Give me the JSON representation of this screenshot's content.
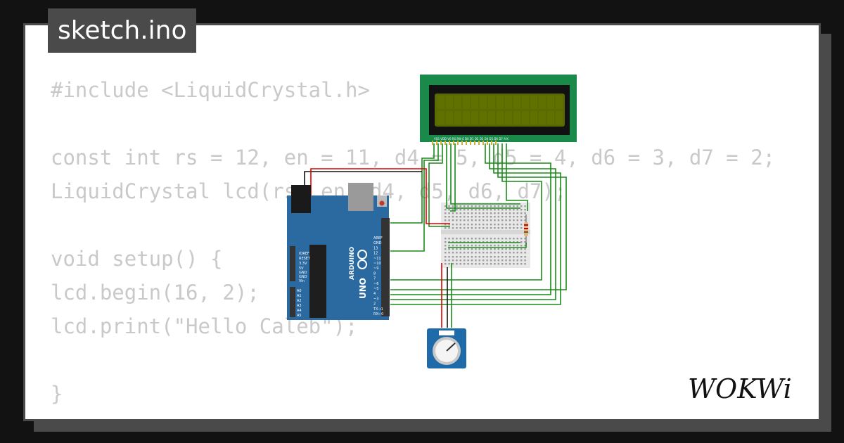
{
  "header": {
    "filename": "sketch.ino"
  },
  "code": {
    "lines": [
      "#include <LiquidCrystal.h>",
      "",
      "const int rs = 12, en = 11, d4 = 5, d5 = 4, d6 = 3, d7 = 2;",
      "LiquidCrystal lcd(rs, en, d4, d5, d6, d7);",
      "",
      "void setup() {",
      "lcd.begin(16, 2);",
      "lcd.print(\"Hello Caleb\");",
      "",
      "}"
    ]
  },
  "diagram": {
    "arduino_brand": "ARDUINO",
    "arduino_model": "UNO",
    "lcd_pin_labels": "VSS VDD V0 RS RW E D0 D1 D2 D3 D4 D5 D6 D7 A K",
    "power_header_labels": [
      "IOREF",
      "RESET",
      "3.3V",
      "5V",
      "GND",
      "GND",
      "Vin"
    ],
    "analog_labels": [
      "A0",
      "A1",
      "A2",
      "A3",
      "A4",
      "A5"
    ],
    "digital_labels": [
      "AREF",
      "GND",
      "13",
      "12",
      "~11",
      "~10",
      "~9",
      "8",
      "7",
      "~6",
      "~5",
      "4",
      "~3",
      "2",
      "TX→1",
      "RX←0"
    ],
    "colors": {
      "wire_green": "#1a8a1a",
      "wire_red": "#e00000",
      "wire_black": "#111111",
      "board_blue": "#2a6aa0",
      "lcd_green": "#1a8a4a",
      "lcd_screen": "#5a6a00"
    }
  },
  "brand": {
    "logo_text": "WOKWi"
  }
}
